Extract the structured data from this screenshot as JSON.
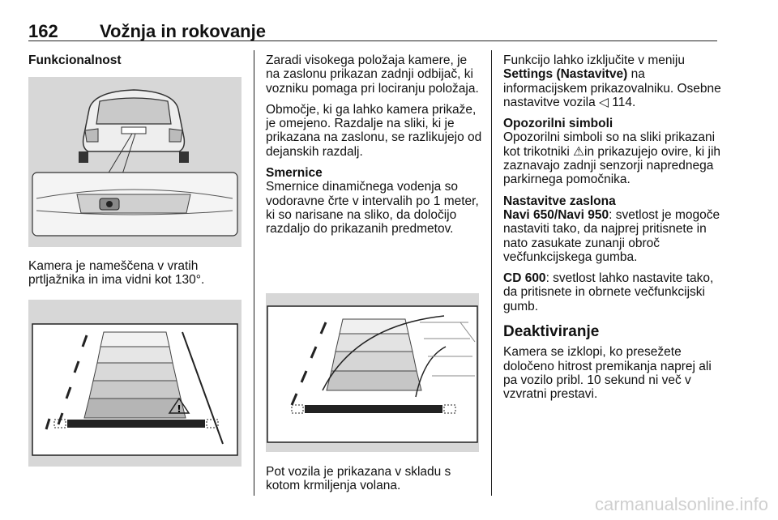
{
  "header": {
    "page_number": "162",
    "chapter_title": "Vožnja in rokovanje"
  },
  "col1": {
    "heading": "Funkcionalnost",
    "caption_line1": "Kamera je nameščena v vratih",
    "caption_line2": "prtljažnika in ima vidni kot 130°."
  },
  "col2": {
    "p1": "Zaradi visokega položaja kamere, je na zaslonu prikazan zadnji odbijač, ki vozniku pomaga pri lociranju položaja.",
    "p2": "Območje, ki ga lahko kamera prikaže, je omejeno. Razdalje na sliki, ki je prikazana na zaslonu, se razlikujejo od dejanskih razdalj.",
    "h_guidelines": "Smernice",
    "p3": "Smernice dinamičnega vodenja so vodoravne črte v intervalih po 1 meter, ki so narisane na sliko, da določijo razdaljo do prikazanih predmetov.",
    "caption": "Pot vozila je prikazana v skladu s kotom krmiljenja volana."
  },
  "col3": {
    "p1_a": "Funkcijo lahko izključite v meniju",
    "p1_settings": "Settings (Nastavitve)",
    "p1_b": " na informacijskem prikazovalniku. Osebne nastavitve vozila ",
    "p1_arrow": "◁",
    "p1_ref": " 114.",
    "h_warning": "Opozorilni simboli",
    "p2_a": "Opozorilni simboli so na sliki prikazani kot trikotniki ",
    "p2_triangle": "⚠",
    "p2_b": "in prikazujejo ovire, ki jih zaznavajo zadnji senzorji naprednega parkirnega pomočnika.",
    "h_display": "Nastavitve zaslona",
    "p3_label": "Navi 650/Navi 950",
    "p3_text": ": svetlost je mogoče nastaviti tako, da najprej pritisnete in nato zasukate zunanji obroč večfunkcijskega gumba.",
    "p4_label": "CD 600",
    "p4_text": ": svetlost lahko nastavite tako, da pritisnete in obrnete večfunkcijski gumb.",
    "h_deactivate": "Deaktiviranje",
    "p5": "Kamera se izklopi, ko presežete določeno hitrost premikanja naprej ali pa vozilo pribl. 10 sekund ni več v vzvratni prestavi."
  },
  "footer": {
    "watermark": "carmanualsonline.info"
  }
}
